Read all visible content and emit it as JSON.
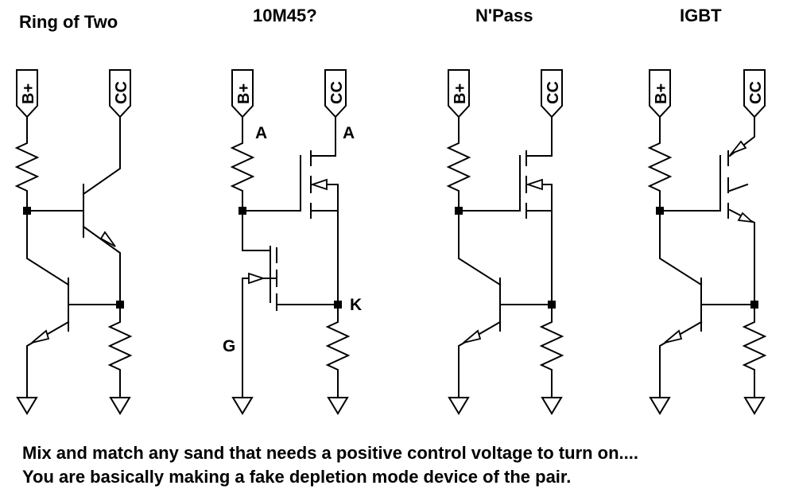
{
  "circuits": [
    {
      "title": "Ring of Two",
      "port_left": "B+",
      "port_right": "CC"
    },
    {
      "title": "10M45?",
      "port_left": "B+",
      "port_right": "CC"
    },
    {
      "title": "N'Pass",
      "port_left": "B+",
      "port_right": "CC"
    },
    {
      "title": "IGBT",
      "port_left": "B+",
      "port_right": "CC"
    }
  ],
  "pin_labels": {
    "anode_left": "A",
    "anode_right": "A",
    "cathode": "K",
    "gate": "G"
  },
  "caption": {
    "line1": "Mix and match any sand that needs a positive control voltage to turn on....",
    "line2": "You are basically making a fake depletion mode device of the pair."
  }
}
